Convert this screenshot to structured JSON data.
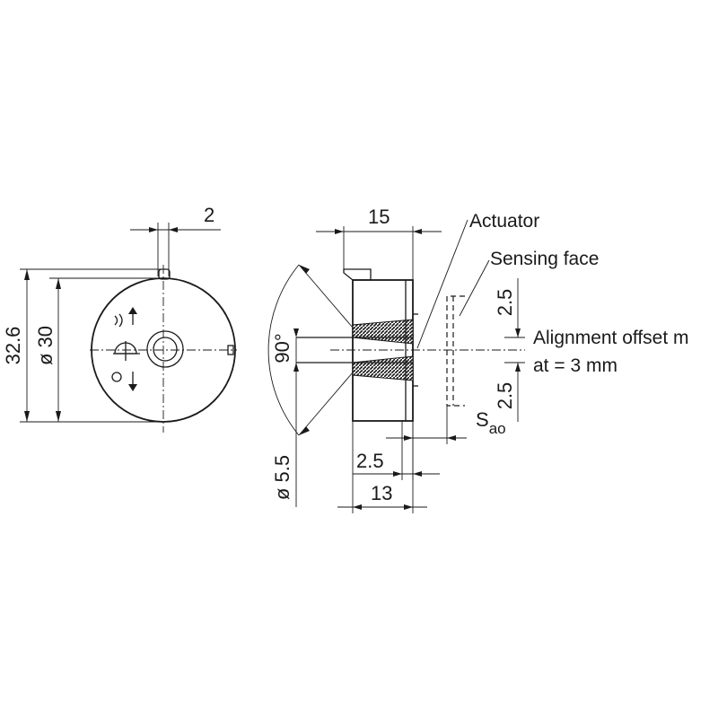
{
  "front_view": {
    "dim_top": "2",
    "dim_outer_height": "32.6",
    "dim_diameter": "ø 30"
  },
  "side_view": {
    "dim_width_top": "15",
    "dim_angle": "90°",
    "dim_hole_diameter": "ø 5.5",
    "dim_offset_small": "2.5",
    "dim_width_bottom": "13",
    "dim_offset_upper": "2.5",
    "dim_offset_lower": "2.5",
    "sao_main": "S",
    "sao_sub": "ao"
  },
  "callouts": {
    "actuator": "Actuator",
    "sensing_face": "Sensing face",
    "alignment_line1": "Alignment offset m",
    "alignment_line2": "at = 3 mm"
  }
}
